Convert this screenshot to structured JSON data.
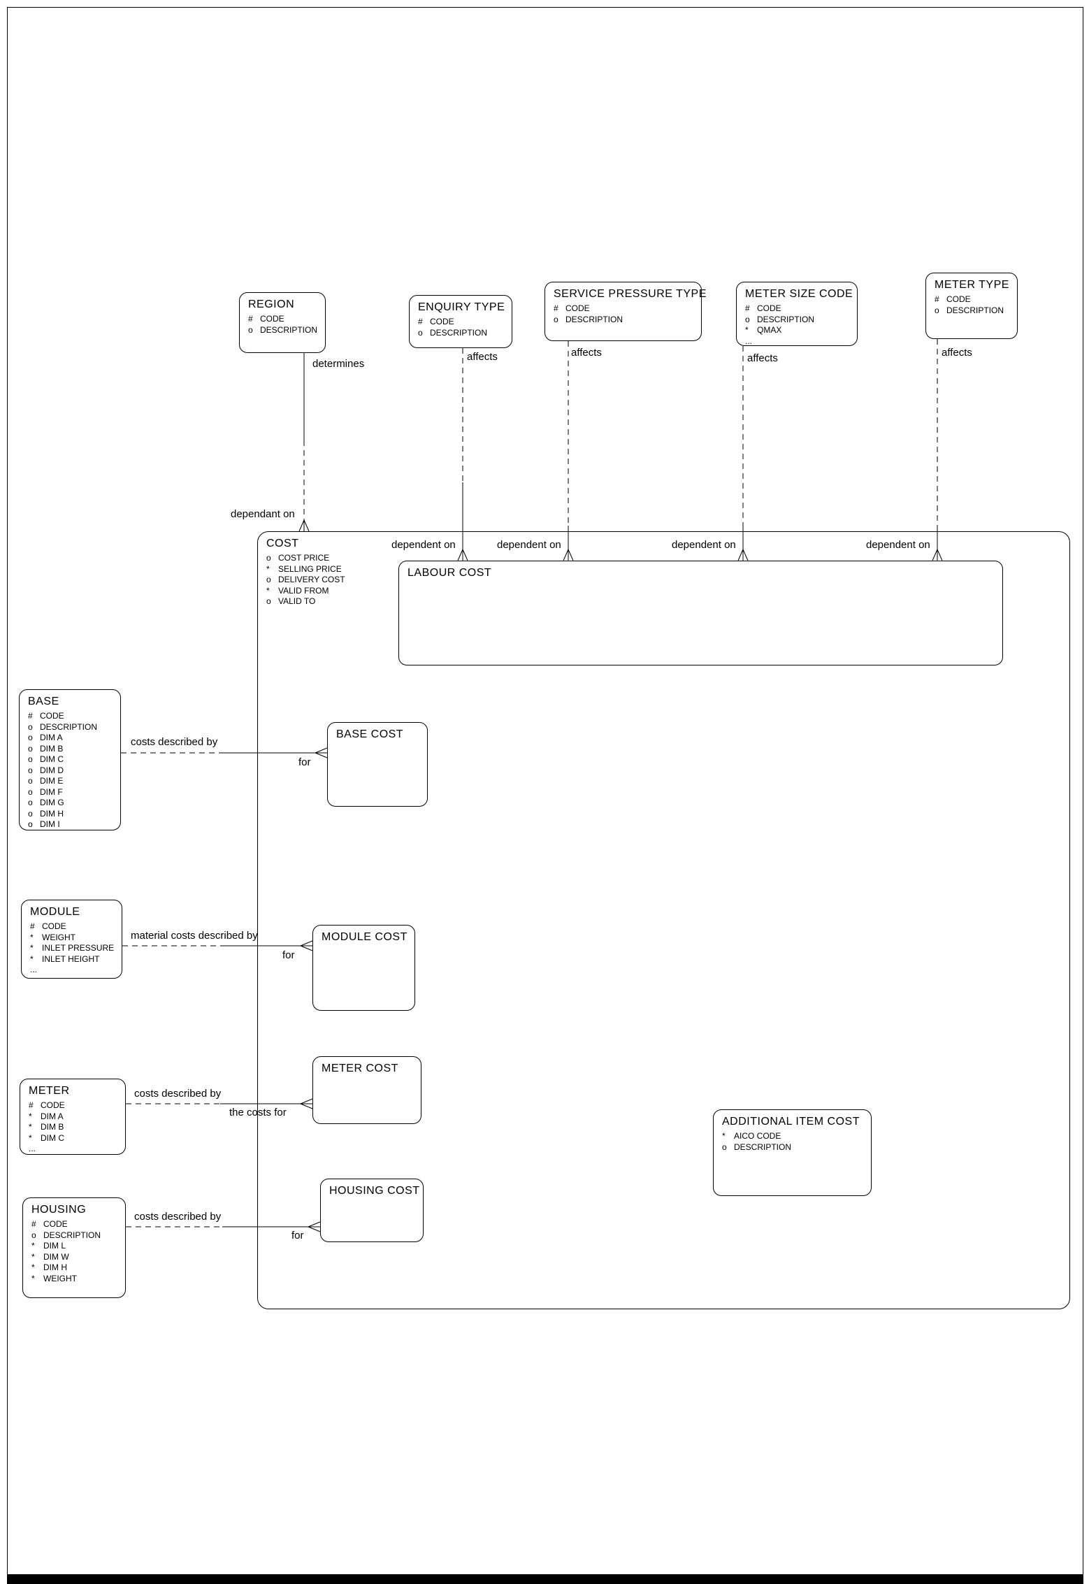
{
  "page": {
    "background": "#ffffff",
    "line_color": "#000000"
  },
  "labels": {
    "determines": "determines",
    "dependant_on": "dependant on",
    "affects": "affects",
    "dependent_on": "dependent on",
    "costs_described_by": "costs described by",
    "for": "for",
    "material_costs_described_by": "material costs described by",
    "the_costs_for": "the costs for"
  },
  "entities": {
    "region": {
      "title": "REGION",
      "attrs": [
        "# CODE",
        "o DESCRIPTION"
      ]
    },
    "enquiry_type": {
      "title": "ENQUIRY TYPE",
      "attrs": [
        "# CODE",
        "o DESCRIPTION"
      ]
    },
    "service_pressure_type": {
      "title": "SERVICE PRESSURE TYPE",
      "attrs": [
        "# CODE",
        "o DESCRIPTION"
      ]
    },
    "meter_size_code": {
      "title": "METER SIZE CODE",
      "attrs": [
        "# CODE",
        "o DESCRIPTION",
        "* QMAX",
        "..."
      ]
    },
    "meter_type": {
      "title": "METER TYPE",
      "attrs": [
        "# CODE",
        "o DESCRIPTION"
      ]
    },
    "cost": {
      "title": "COST",
      "attrs": [
        "o COST PRICE",
        "* SELLING PRICE",
        "o DELIVERY COST",
        "* VALID FROM",
        "o VALID TO"
      ]
    },
    "labour_cost": {
      "title": "LABOUR COST",
      "attrs": []
    },
    "base": {
      "title": "BASE",
      "attrs": [
        "# CODE",
        "o DESCRIPTION",
        "o DIM A",
        "o DIM B",
        "o DIM C",
        "o DIM D",
        "o DIM E",
        "o DIM F",
        "o DIM G",
        "o DIM H",
        "o DIM I"
      ]
    },
    "base_cost": {
      "title": "BASE COST",
      "attrs": []
    },
    "module": {
      "title": "MODULE",
      "attrs": [
        "# CODE",
        "* WEIGHT",
        "* INLET PRESSURE",
        "* INLET HEIGHT",
        "..."
      ]
    },
    "module_cost": {
      "title": "MODULE COST",
      "attrs": []
    },
    "meter": {
      "title": "METER",
      "attrs": [
        "# CODE",
        "* DIM A",
        "* DIM B",
        "* DIM C",
        "..."
      ]
    },
    "meter_cost": {
      "title": "METER COST",
      "attrs": []
    },
    "housing": {
      "title": "HOUSING",
      "attrs": [
        "# CODE",
        "o DESCRIPTION",
        "* DIM L",
        "* DIM W",
        "* DIM H",
        "* WEIGHT"
      ]
    },
    "housing_cost": {
      "title": "HOUSING COST",
      "attrs": []
    },
    "additional_item_cost": {
      "title": "ADDITIONAL ITEM COST",
      "attrs": [
        "* AICO CODE",
        "o DESCRIPTION"
      ]
    }
  }
}
